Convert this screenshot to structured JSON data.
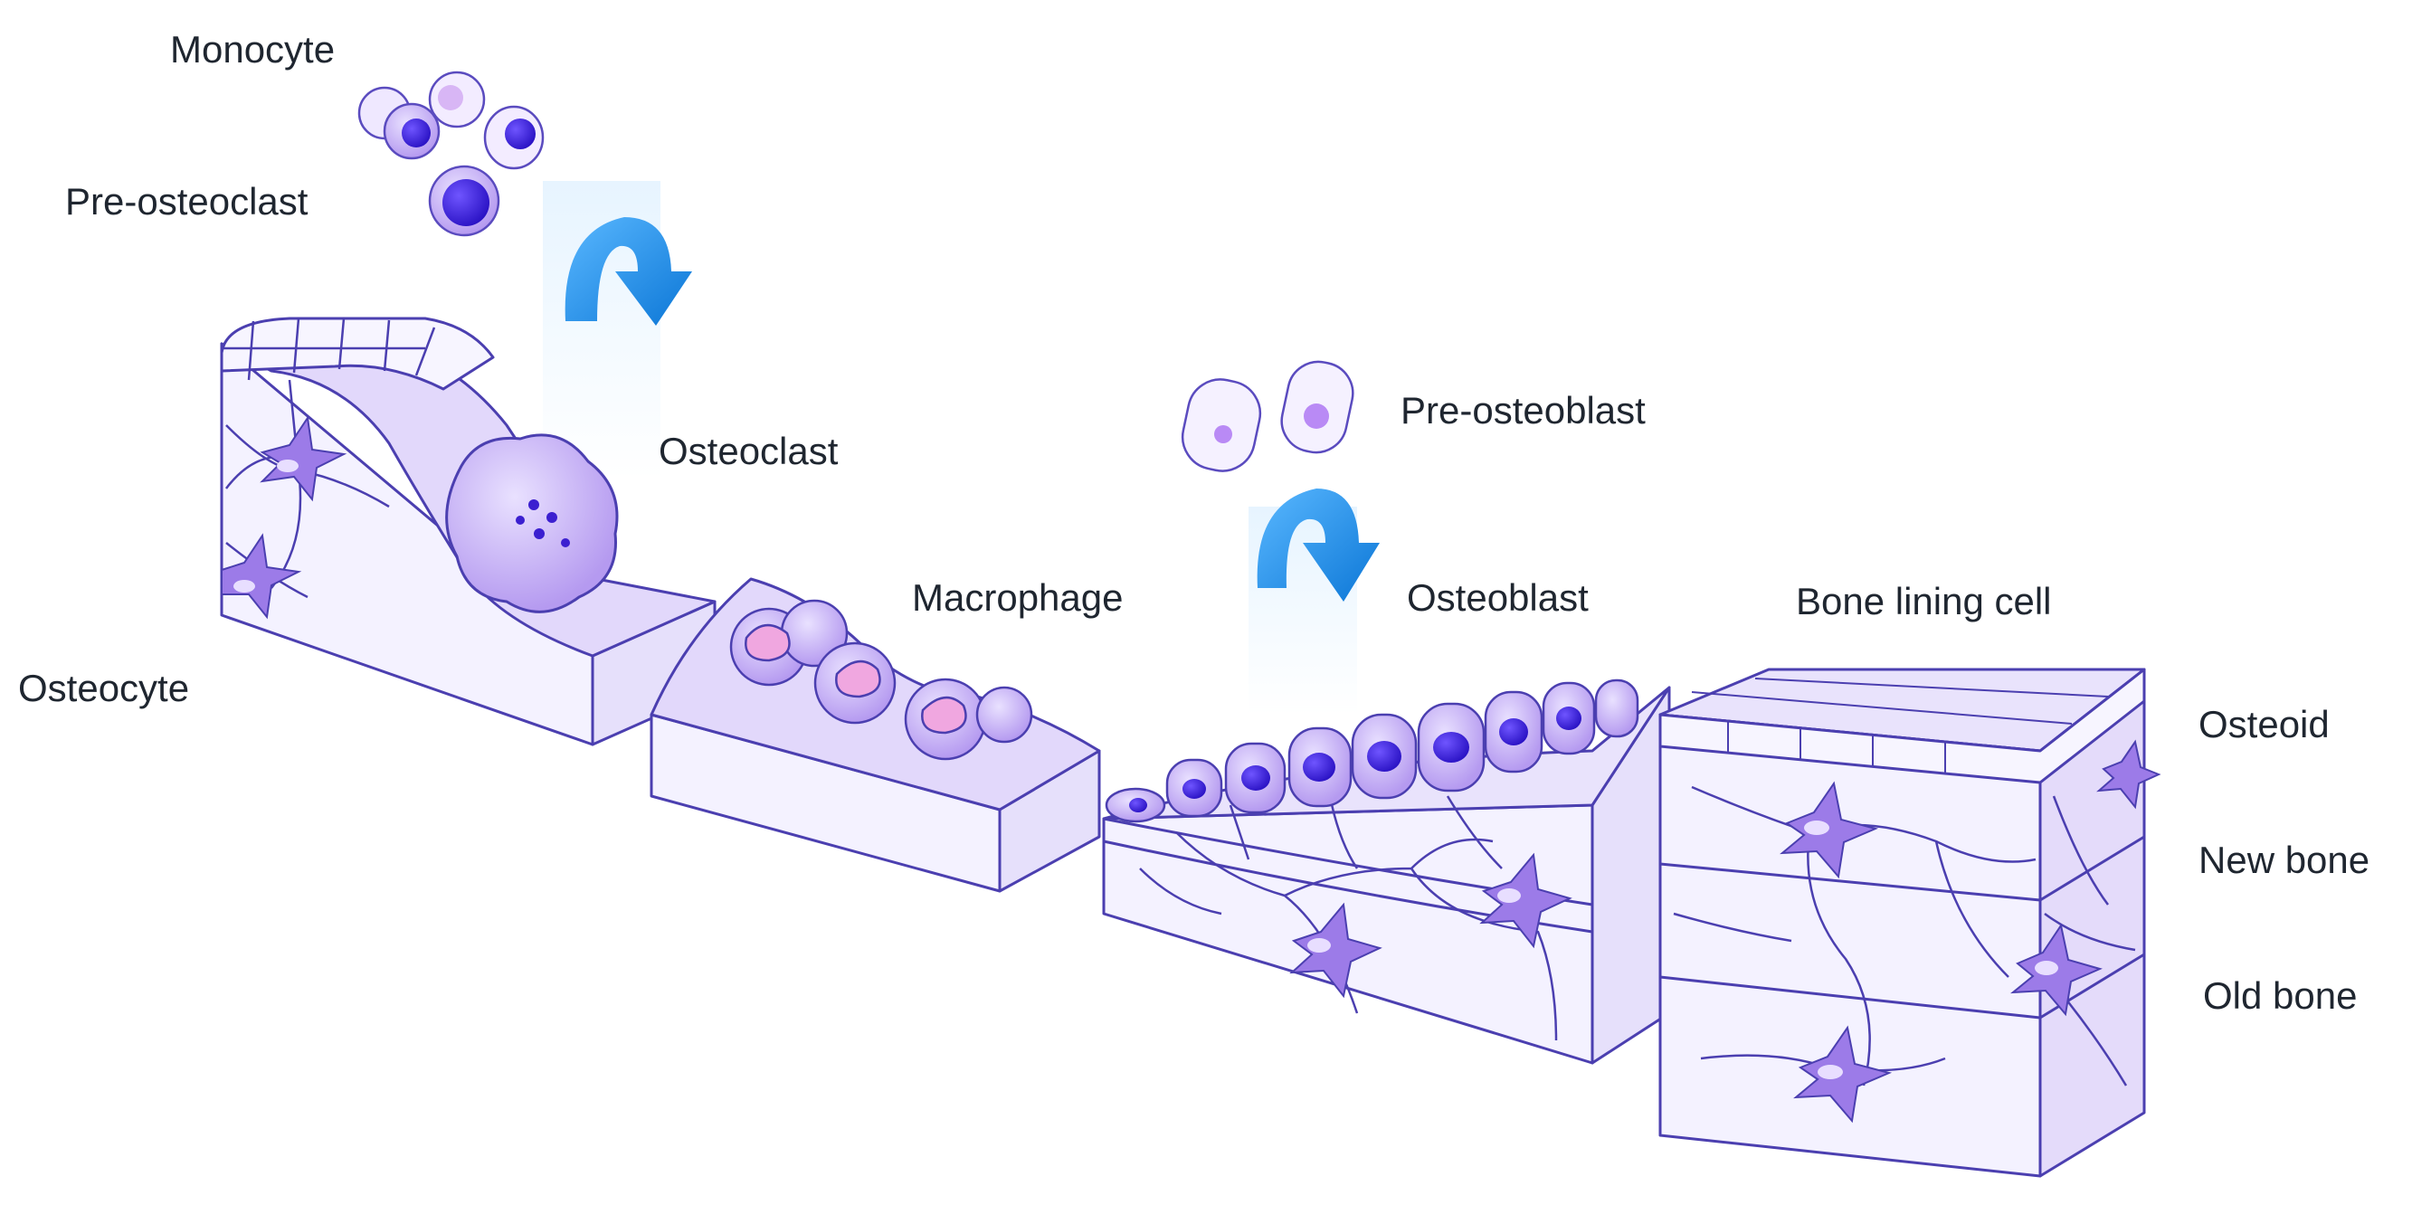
{
  "labels": {
    "monocyte": "Monocyte",
    "pre_osteoclast": "Pre-osteoclast",
    "osteoclast": "Osteoclast",
    "osteocyte": "Osteocyte",
    "macrophage": "Macrophage",
    "pre_osteoblast": "Pre-osteoblast",
    "osteoblast": "Osteoblast",
    "bone_lining_cell": "Bone lining cell",
    "osteoid": "Osteoid",
    "new_bone": "New bone",
    "old_bone": "Old bone"
  },
  "colors": {
    "block_front": "#f2f0ff",
    "block_top": "#dcd2fa",
    "outline": "#4b3fb0",
    "cell_body": "#c9b6f5",
    "nucleus": "#3b1fd0",
    "arrow": "#1e90e6"
  },
  "icons": [
    "curved-arrow-icon",
    "curved-arrow-icon"
  ]
}
